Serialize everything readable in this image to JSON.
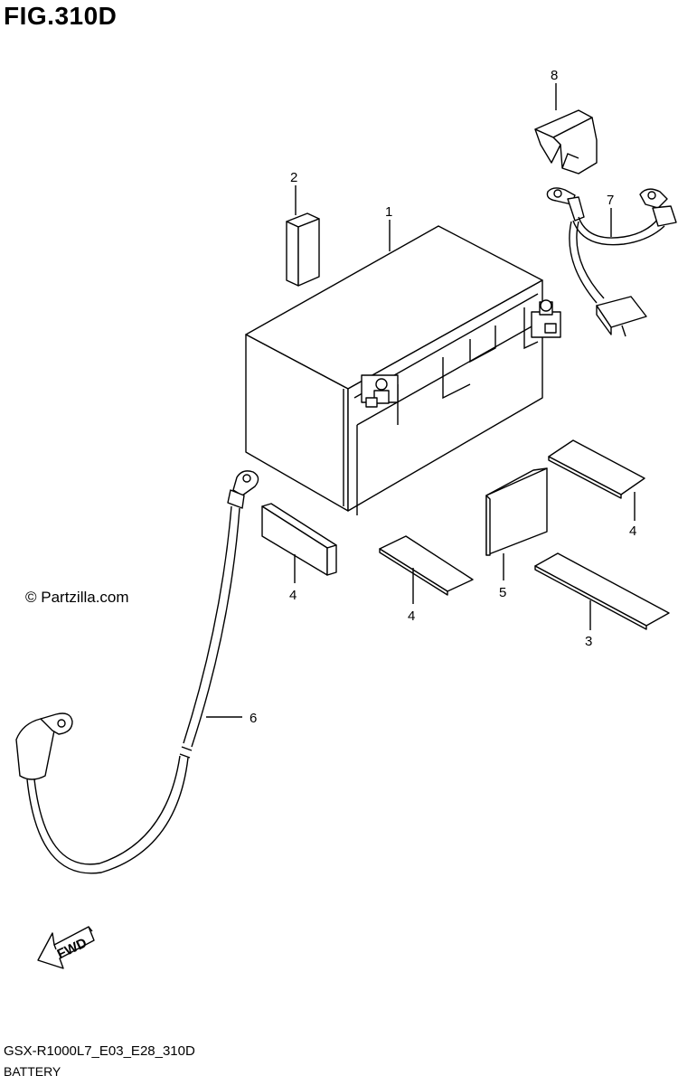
{
  "header": {
    "figure_title": "FIG.310D"
  },
  "watermark": {
    "copyright": "© Partzilla.com"
  },
  "footer": {
    "model_code": "GSX-R1000L7_E03_E28_310D",
    "section_name": "BATTERY"
  },
  "direction_arrow": {
    "label": "FWD"
  },
  "callouts": {
    "battery": "1",
    "spacer_small": "2",
    "pad_long": "3",
    "pad_right": "4",
    "pad_left": "4",
    "pad_center": "4",
    "pad_block": "5",
    "negative_cable": "6",
    "positive_lead": "7",
    "terminal_cap": "8"
  }
}
